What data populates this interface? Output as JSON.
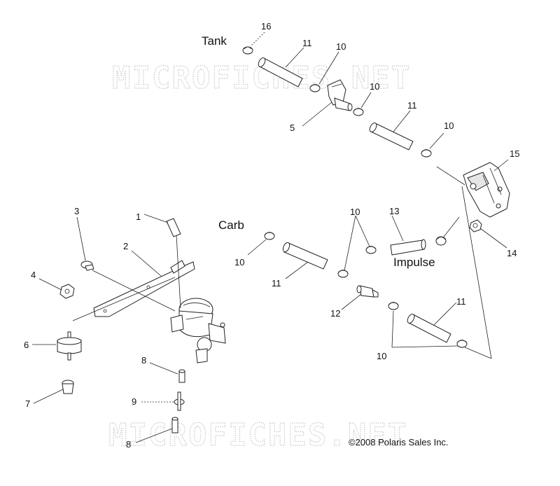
{
  "watermark": {
    "text": "MICROFICHES.NET",
    "color": "#c9c9c9"
  },
  "words": {
    "tank": "Tank",
    "carb": "Carb",
    "impulse": "Impulse"
  },
  "copyright": "©2008 Polaris Sales Inc.",
  "callouts": {
    "c16": "16",
    "c11_top": "11",
    "c10_top": "10",
    "c10_mid": "10",
    "c5": "5",
    "c11_mid": "11",
    "c10_right": "10",
    "c15": "15",
    "c1": "1",
    "c3": "3",
    "c2": "2",
    "c4": "4",
    "c6": "6",
    "c7": "7",
    "c8_top": "8",
    "c9": "9",
    "c8_bot": "8",
    "c10_carb": "10",
    "c11_carb": "11",
    "c10_v": "10",
    "c13": "13",
    "c14": "14",
    "c12": "12",
    "c11_low": "11",
    "c10_low": "10"
  }
}
